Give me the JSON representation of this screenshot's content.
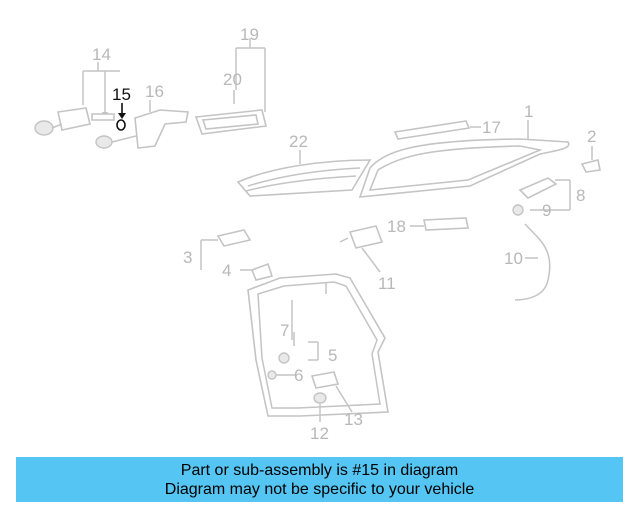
{
  "diagram": {
    "highlight_color": "#111111",
    "muted_color": "#b8b8b8",
    "highlighted_part": "15",
    "callouts": {
      "c1": "1",
      "c2": "2",
      "c3": "3",
      "c4": "4",
      "c5": "5",
      "c6": "6",
      "c7": "7",
      "c8": "8",
      "c9": "9",
      "c10": "10",
      "c11": "11",
      "c12": "12",
      "c13": "13",
      "c14": "14",
      "c15": "15",
      "c16": "16",
      "c17": "17",
      "c18": "18",
      "c19": "19",
      "c20": "20",
      "c22": "22"
    }
  },
  "caption": {
    "background": "#55c5f3",
    "line1": "Part or sub-assembly is #15 in diagram",
    "line2": "Diagram may not be specific to your vehicle"
  }
}
